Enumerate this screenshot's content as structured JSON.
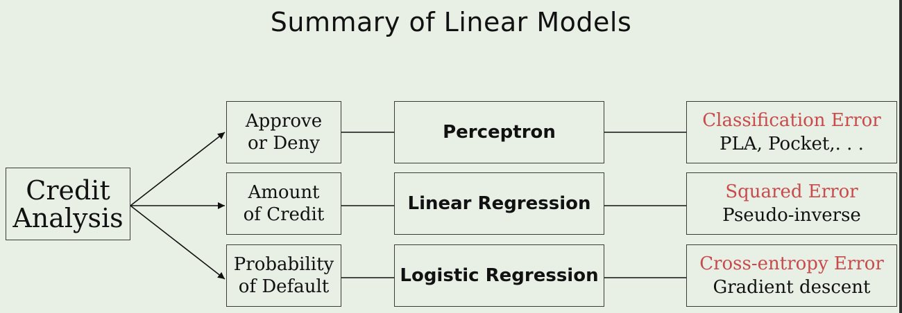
{
  "title": "Summary of Linear Models",
  "root": {
    "line1": "Credit",
    "line2": "Analysis"
  },
  "rows": [
    {
      "output_line1": "Approve",
      "output_line2": "or Deny",
      "model": "Perceptron",
      "error": "Classification Error",
      "algorithm": "PLA, Pocket,. . ."
    },
    {
      "output_line1": "Amount",
      "output_line2": "of Credit",
      "model": "Linear Regression",
      "error": "Squared Error",
      "algorithm": "Pseudo-inverse"
    },
    {
      "output_line1": "Probability",
      "output_line2": "of Default",
      "model": "Logistic Regression",
      "error": "Cross-entropy Error",
      "algorithm": "Gradient descent"
    }
  ],
  "colors": {
    "background": "#e8f0e6",
    "error_text": "#c94a4a",
    "text": "#111111"
  }
}
